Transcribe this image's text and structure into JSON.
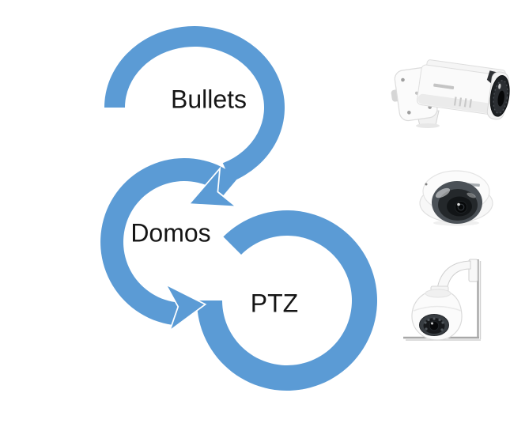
{
  "diagram": {
    "type": "cycle-arrows",
    "arrow_color": "#5B9BD5",
    "label_color": "#151515",
    "nodes": [
      {
        "id": "bullets",
        "label": "Bullets"
      },
      {
        "id": "domos",
        "label": "Domos"
      },
      {
        "id": "ptz",
        "label": "PTZ"
      }
    ]
  },
  "illustrations": {
    "bullet_camera": "bullet-security-camera",
    "dome_camera": "dome-security-camera",
    "ptz_camera": "ptz-speed-dome-camera-on-wall-bracket"
  }
}
